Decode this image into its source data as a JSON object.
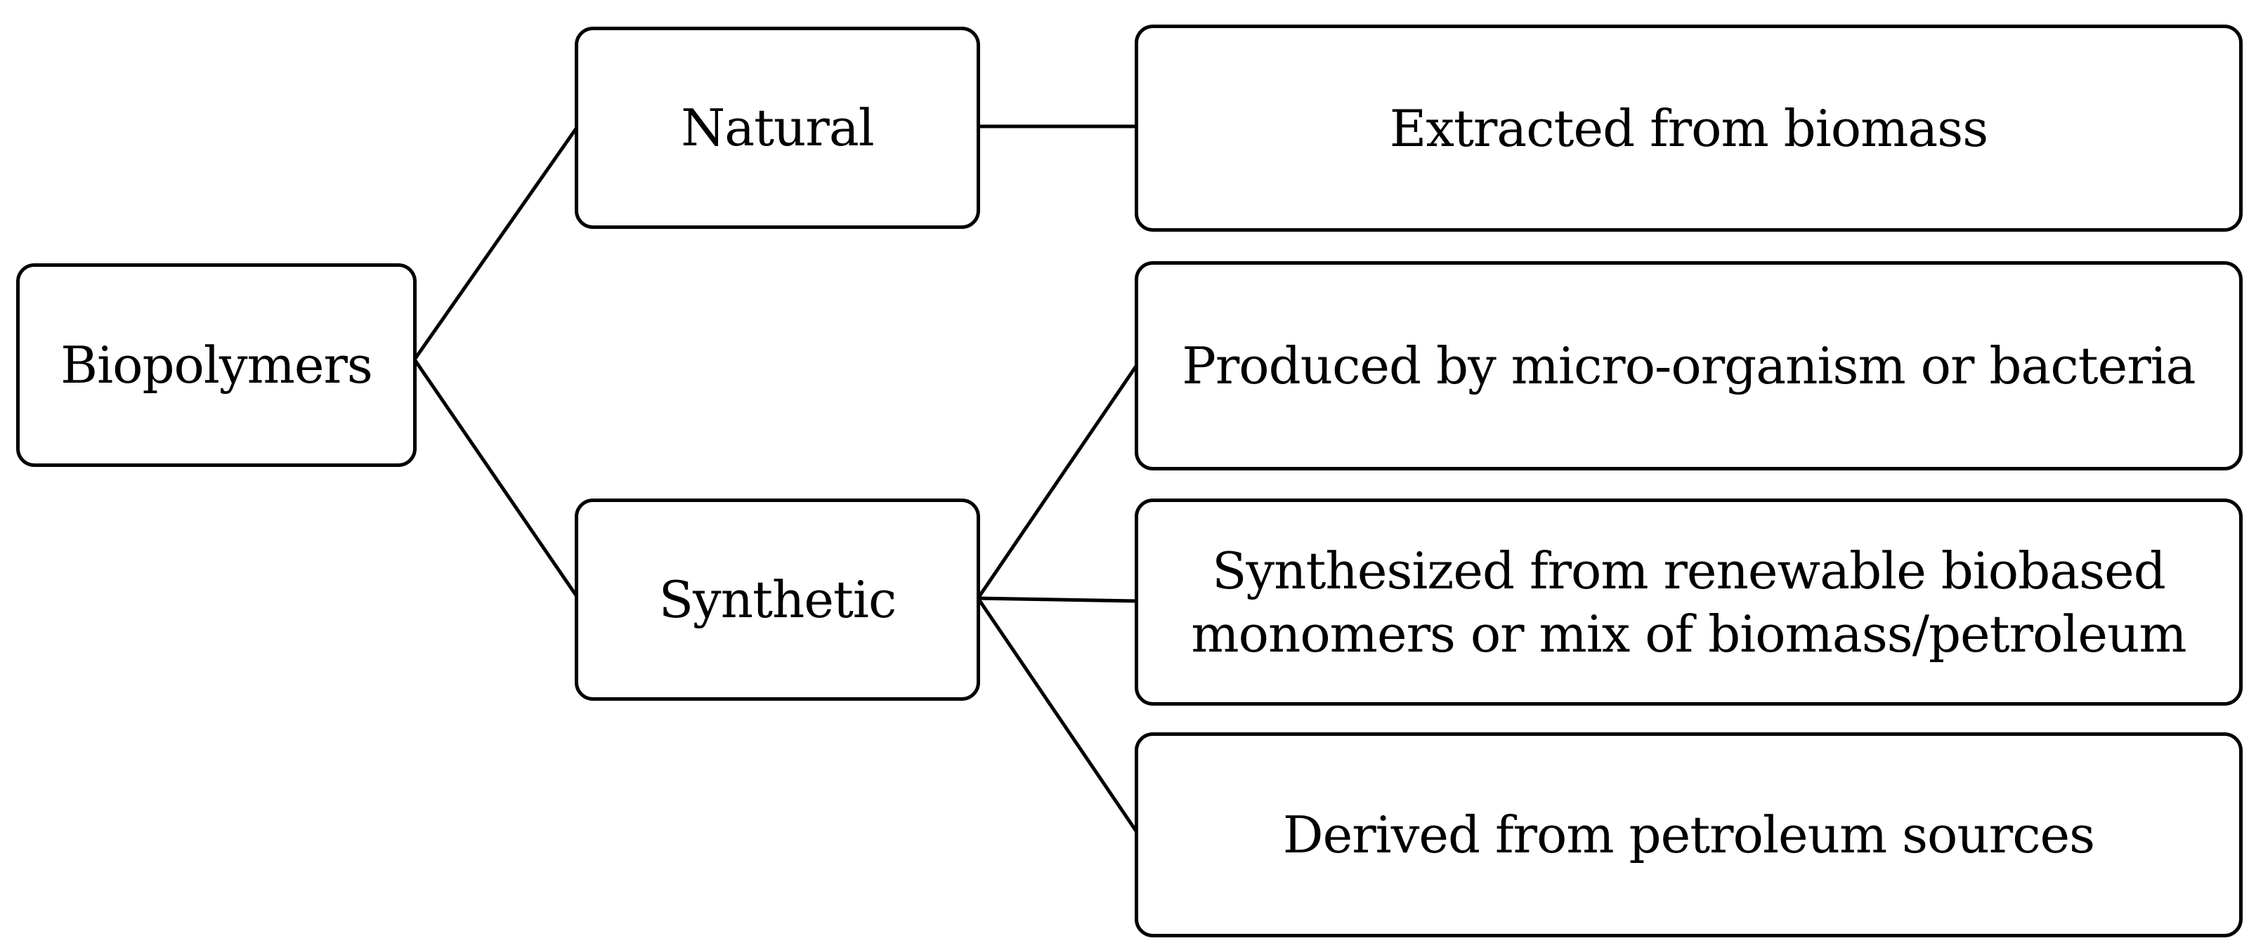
{
  "diagram": {
    "root": {
      "label": "Biopolymers"
    },
    "categories": {
      "natural": {
        "label": "Natural"
      },
      "synthetic": {
        "label": "Synthetic"
      }
    },
    "sources": {
      "biomass": {
        "label": "Extracted from biomass"
      },
      "microorganism": {
        "label": "Produced by micro-organism or bacteria"
      },
      "renewable": {
        "line1": "Synthesized from renewable biobased",
        "line2": "monomers or mix of biomass/petroleum"
      },
      "petroleum": {
        "label": "Derived from petroleum sources"
      }
    },
    "colors": {
      "stroke": "#000000",
      "background": "#ffffff",
      "text": "#000000"
    }
  }
}
